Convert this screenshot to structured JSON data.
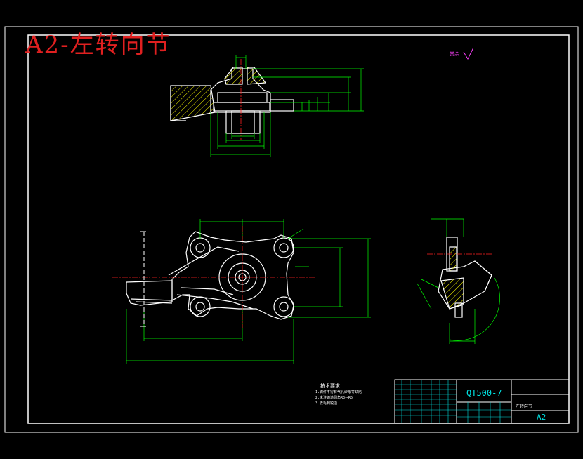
{
  "title_block": {
    "sheet_title": "A2-左转向节",
    "material": "QT500-7",
    "sheet_size": "A2",
    "part_name": "左转向节"
  },
  "notes": {
    "heading": "技术要求",
    "lines": [
      "1.铸件不得有气孔砂眼等缺陷",
      "2.未注铸造圆角R3～R5",
      "3.去毛刺锐边"
    ]
  },
  "roughness_note": "其余",
  "colors": {
    "background": "#000000",
    "border": "#ffffff",
    "outline": "#ffffff",
    "dimension": "#00ff00",
    "centerline": "#ff2020",
    "title_text": "#e02020",
    "table_text": "#00e0e0",
    "roughness": "#ff40ff"
  }
}
